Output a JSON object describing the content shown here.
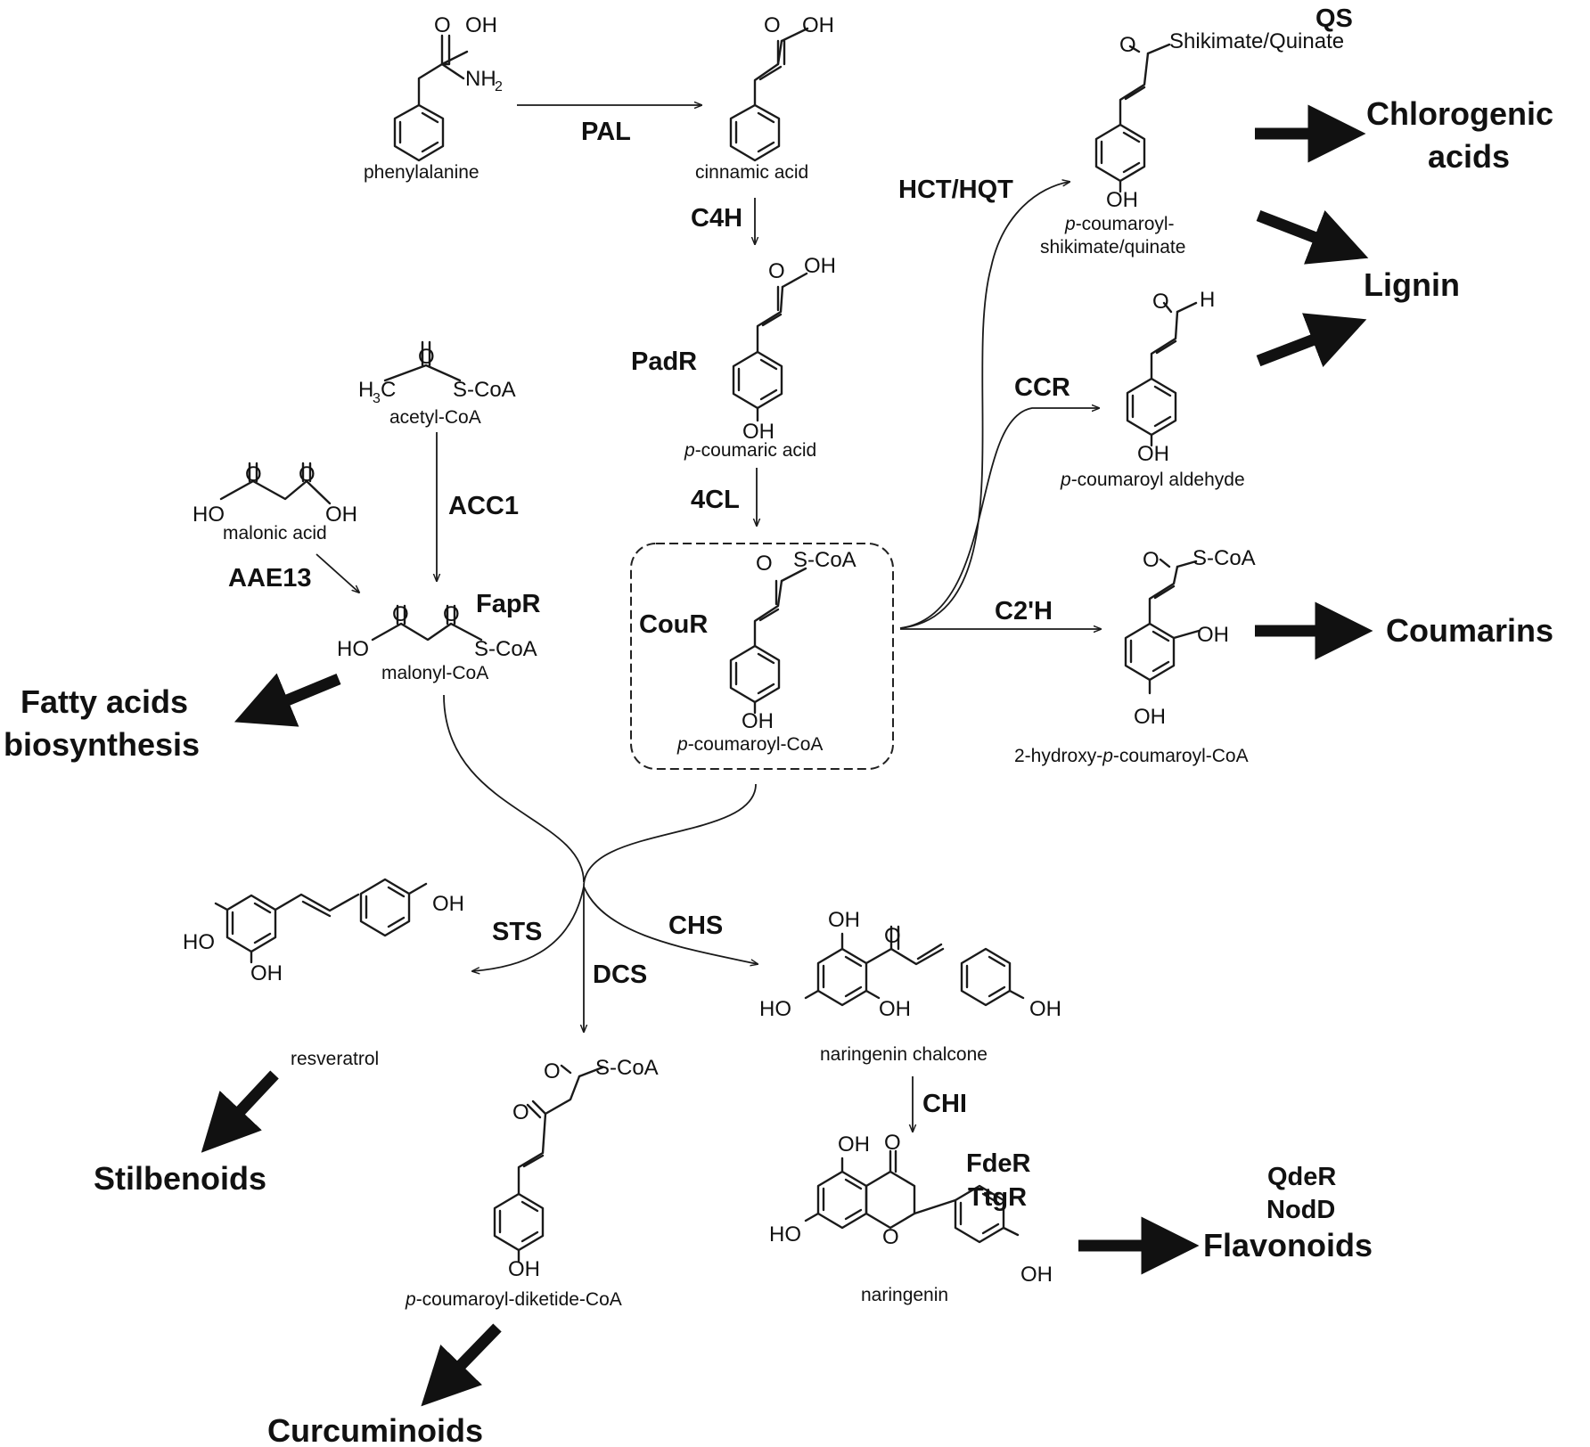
{
  "colors": {
    "black": "#111111",
    "regulator": "#e8262b"
  },
  "compounds": {
    "phenylalanine": "phenylalanine",
    "cinnamic": "cinnamic acid",
    "coumaric": "-coumaric acid",
    "coumaroyl_coa": "-coumaroyl-CoA",
    "acetyl_coa": "acetyl-CoA",
    "malonic": "malonic acid",
    "malonyl_coa": "malonyl-CoA",
    "shik_1": "-coumaroyl-",
    "shik_2": "shikimate/quinate",
    "aldehyde": "-coumaroyl aldehyde",
    "hydroxy_1": "2-hydroxy-",
    "hydroxy_2": "-coumaroyl-CoA",
    "resveratrol": "resveratrol",
    "diketide": "-coumaroyl-diketide-CoA",
    "chalcone": "naringenin chalcone",
    "naringenin": "naringenin",
    "p_prefix": "p"
  },
  "atoms": {
    "O": "O",
    "OH": "OH",
    "HO": "HO",
    "NH": "NH",
    "two": "2",
    "three": "3",
    "H": "H",
    "HC": "H",
    "C": "C",
    "SCoA": "S-CoA",
    "shikimate_label": "Shikimate/Quinate"
  },
  "enzymes": {
    "PAL": "PAL",
    "C4H": "C4H",
    "4CL": "4CL",
    "ACC1": "ACC1",
    "AAE13": "AAE13",
    "HCT": "HCT/HQT",
    "CCR": "CCR",
    "C2H": "C2'H",
    "STS": "STS",
    "DCS": "DCS",
    "CHS": "CHS",
    "CHI": "CHI"
  },
  "regulators": {
    "PadR": "PadR",
    "FapR": "FapR",
    "CouR": "CouR",
    "QS": "QS",
    "FdeR": "FdeR",
    "TtgR": "TtgR",
    "QdeR": "QdeR",
    "NodD": "NodD"
  },
  "products": {
    "chlorogenic_1": "Chlorogenic",
    "chlorogenic_2": "acids",
    "lignin": "Lignin",
    "coumarins": "Coumarins",
    "fatty_1": "Fatty acids",
    "fatty_2": "biosynthesis",
    "stilbenoids": "Stilbenoids",
    "curcuminoids": "Curcuminoids",
    "flavonoids": "Flavonoids"
  }
}
